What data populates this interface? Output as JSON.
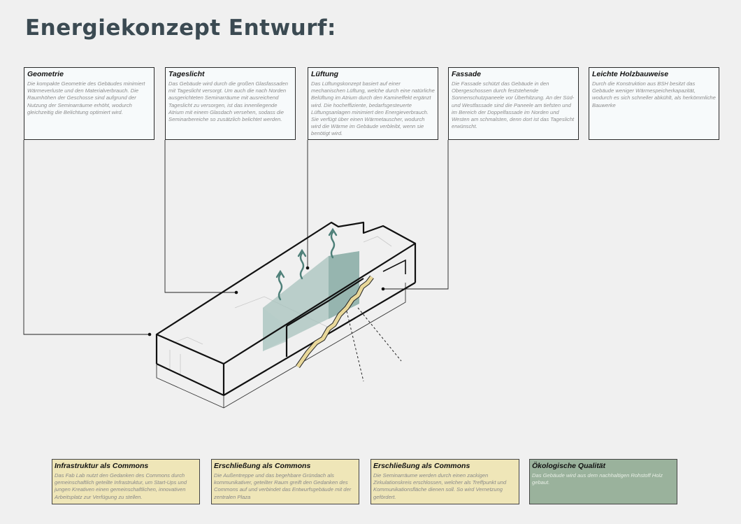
{
  "page": {
    "title": "Energiekonzept Entwurf:"
  },
  "top_boxes": [
    {
      "title": "Geometrie",
      "text": "Die kompakte Geometrie des Gebäudes minimiert Wärmeverluste und den Materialverbrauch. Die Raumhöhen der Geschosse sind aufgrund der Nutzung der Seminarräume erhöht, wodurch gleichzeitig die Belichtung optimiert wird."
    },
    {
      "title": "Tageslicht",
      "text": "Das Gebäude wird durch die großen Glasfassaden mit Tageslicht versorgt. Um auch die nach Norden ausgerichteten Seminarräume mit ausreichend Tageslicht zu versorgen, ist das innenliegende Atrium mit einem Glasdach versehen, sodass die Seminarbereiche so zusätzlich belichtet werden."
    },
    {
      "title": "Lüftung",
      "text": "Das Lüftungskonzept basiert auf einer mechanischen Lüftung, welche durch eine natürliche Belüftung im Atrium durch den Kamineffekt ergänzt wird. Die hocheffiziente, bedarfsgesteuerte Lüftungsanlagen minimiert den Energieverbrauch. Sie verfügt über einen Wärmetauscher, wodurch wird die Wärme im Gebäude verbleibt, wenn sie benötigt wird."
    },
    {
      "title": "Fassade",
      "text": "Die Fassade schützt das Gebäude in den Obergeschossen durch feststehende Sonnenschutzpaneele vor Überhitzung. An der Süd- und Westfassade sind die Paneele am tiefsten und im Bereich der Doppelfassade im Norden und Westen am schmalsten, denn dort ist das Tageslicht erwünscht."
    },
    {
      "title": "Leichte Holzbauweise",
      "text": "Durch die Konstruktion aus BSH besitzt das Gebäude weniger Wärmespeicherkapazität, wodurch es sich schneller abkühlt, als herkömmliche Bauwerke"
    }
  ],
  "bottom_boxes": [
    {
      "title": "Infrastruktur als Commons",
      "text": "Das Fab Lab nutzt den Gedanken des Commons durch gemeinschaftlich geteilte Infrastruktur, um Start-Ups und jungen Kreativen einen gemeinschaftlichen, innovativen Arbeitsplatz zur Verfügung zu stellen."
    },
    {
      "title": "Erschließung als Commons",
      "text": "Die Außentreppe und das begehbare Gründach als kommunikativer, geteilter Raum greift den Gedanken des Commons auf und verbindet das Entwurfsgebäude mit der zentralen Plaza"
    },
    {
      "title": "Erschließung als Commons",
      "text": "Die Seminarräume werden durch einen zackigen Zirkulationskreis erschlossen, welcher als Treffpunkt und Kommunikationsfläche dienen soll. So wird Vernetzung gefördert."
    },
    {
      "title": "Ökologische Qualität",
      "text": "Das Gebäude wird aus dem nachhaltigen Rohstoff Holz gebaut."
    }
  ],
  "colors": {
    "title": "#3b4a52",
    "box_cream": "#efe6b8",
    "box_green": "#9ab29c",
    "atrium_glass": "#a8c3bd",
    "arrow_teal": "#4d7f78",
    "stair": "#e9d89a"
  }
}
